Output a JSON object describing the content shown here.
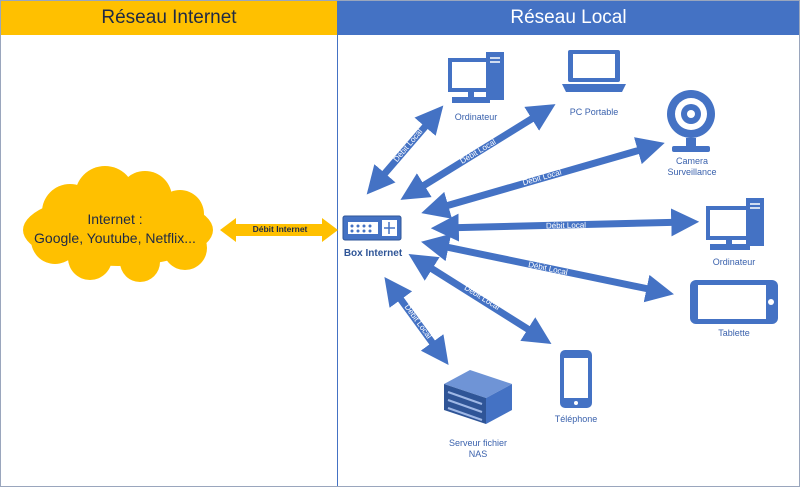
{
  "headers": {
    "left": "Réseau Internet",
    "right": "Réseau Local"
  },
  "cloud": {
    "line1": "Internet :",
    "line2": "Google, Youtube, Netflix..."
  },
  "internet_link": "Débit Internet",
  "box_label": "Box Internet",
  "link_label": "Débit Local",
  "devices": {
    "desktop_top": "Ordinateur",
    "laptop": "PC Portable",
    "camera_line1": "Camera",
    "camera_line2": "Surveillance",
    "desktop_right": "Ordinateur",
    "tablet": "Tablette",
    "phone": "Téléphone",
    "nas_line1": "Serveur fichier",
    "nas_line2": "NAS"
  },
  "colors": {
    "internet": "#ffc000",
    "local": "#4472c4",
    "arrow": "#4472c4"
  }
}
